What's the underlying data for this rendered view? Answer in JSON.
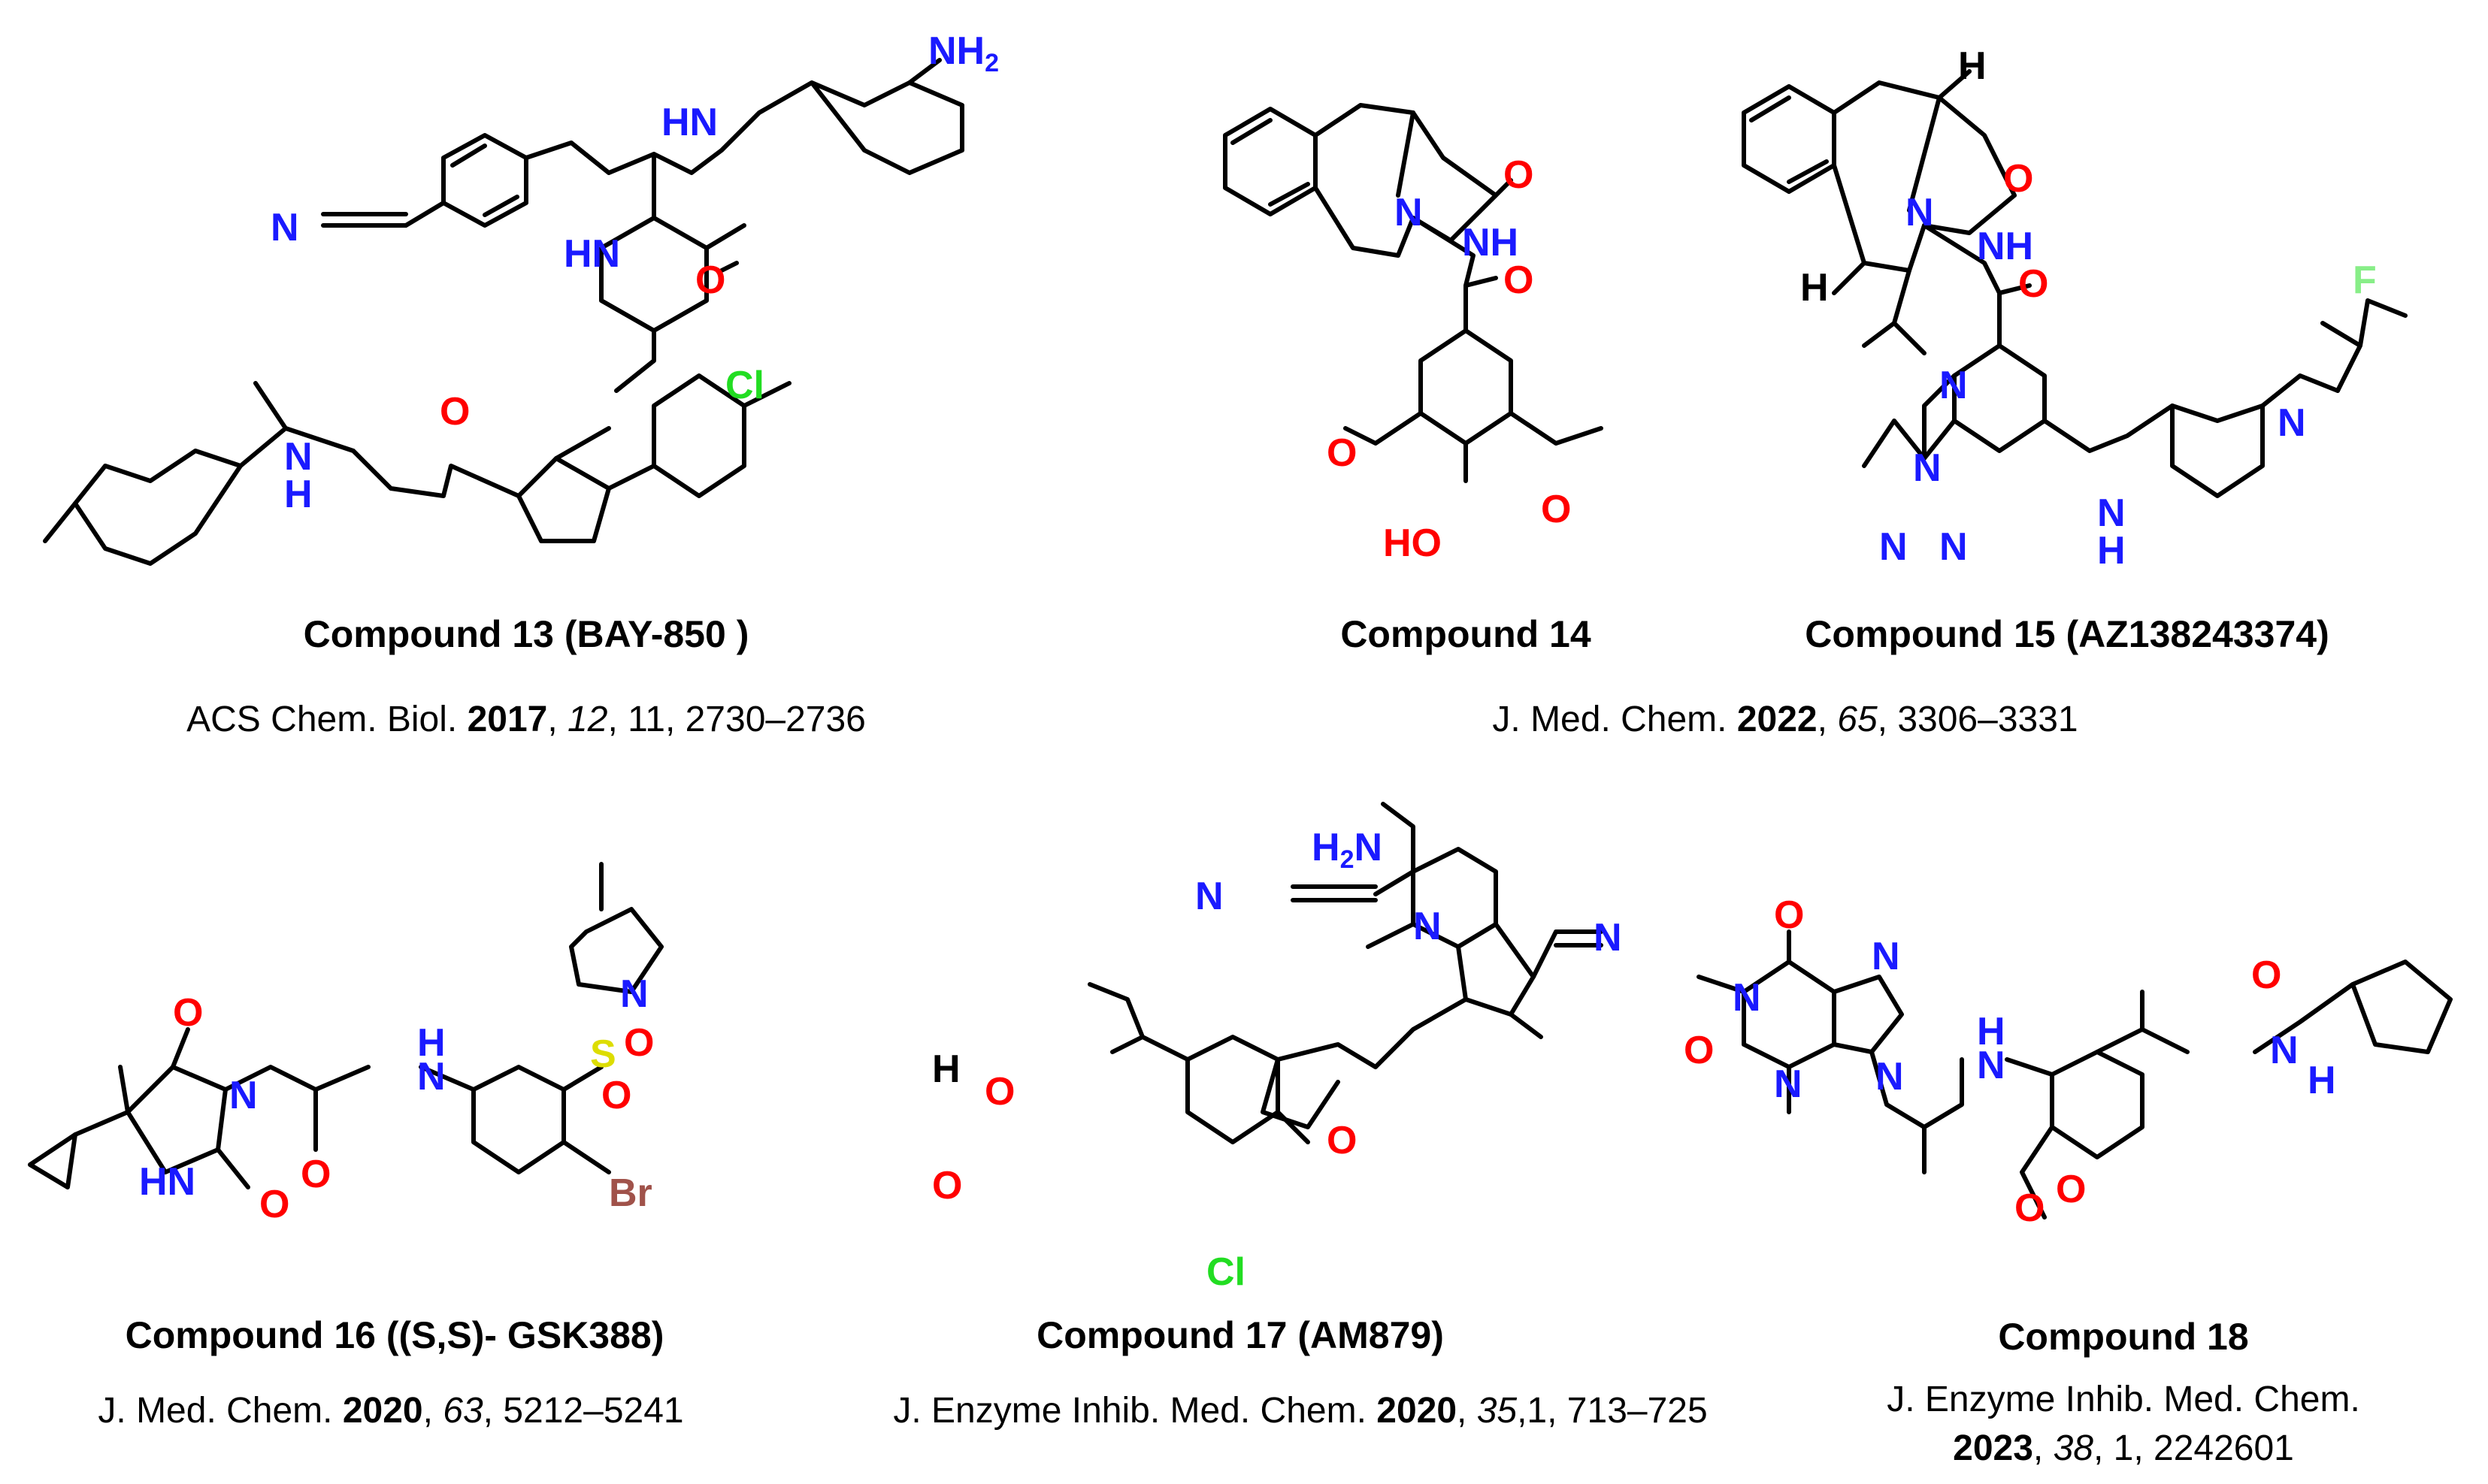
{
  "compounds": [
    {
      "id": "c13",
      "title": "Compound 13 (BAY-850 )",
      "ref": {
        "journal": "ACS Chem. Biol.",
        "year": "2017",
        "volume": "12",
        "issue_pages": ", 11, 2730–2736"
      }
    },
    {
      "id": "c14",
      "title": "Compound 14",
      "ref": null
    },
    {
      "id": "c15",
      "title": "Compound 15 (AZ138243374)",
      "ref": {
        "journal": "J. Med. Chem.",
        "year": "2022",
        "volume": "65",
        "issue_pages": ", 3306–3331"
      }
    },
    {
      "id": "c16",
      "title": "Compound 16 ((S,S)- GSK388)",
      "ref": {
        "journal": "J. Med. Chem.",
        "year": "2020",
        "volume": "63",
        "issue_pages": ", 5212–5241"
      }
    },
    {
      "id": "c17",
      "title": "Compound 17 (AM879)",
      "ref": {
        "journal": "J. Enzyme Inhib. Med. Chem.",
        "year": "2020",
        "volume": "35",
        "issue_pages": ",1, 713–725"
      }
    },
    {
      "id": "c18",
      "title": "Compound 18",
      "ref": {
        "journal": "J. Enzyme Inhib. Med. Chem.",
        "year": "2023",
        "volume": "38",
        "issue_pages": ", 1, 2242601"
      }
    }
  ],
  "atom_labels": {
    "c13": [
      "NH2",
      "HN",
      "N",
      "HN",
      "O",
      "Cl",
      "O",
      "N",
      "H"
    ],
    "c14": [
      "O",
      "N",
      "NH",
      "O",
      "O",
      "O",
      "HO"
    ],
    "c15": [
      "H",
      "O",
      "N",
      "NH",
      "H",
      "O",
      "F",
      "N",
      "N",
      "N",
      "N",
      "N",
      "N",
      "H"
    ],
    "c16": [
      "O",
      "N",
      "N",
      "HN",
      "O",
      "H",
      "O",
      "S",
      "O",
      "O",
      "N",
      "Br"
    ],
    "c17": [
      "H2N",
      "N",
      "N",
      "N",
      "H",
      "O",
      "O",
      "O",
      "Cl"
    ],
    "c18": [
      "O",
      "N",
      "N",
      "O",
      "N",
      "N",
      "H",
      "N",
      "O",
      "O",
      "O",
      "N",
      "H"
    ]
  },
  "atom_colors": {
    "N": "#1a1aff",
    "O": "#ff0000",
    "Cl": "#22dd22",
    "F": "#88ee88",
    "S": "#dddd00",
    "Br": "#a0524a",
    "C": "#000000"
  }
}
